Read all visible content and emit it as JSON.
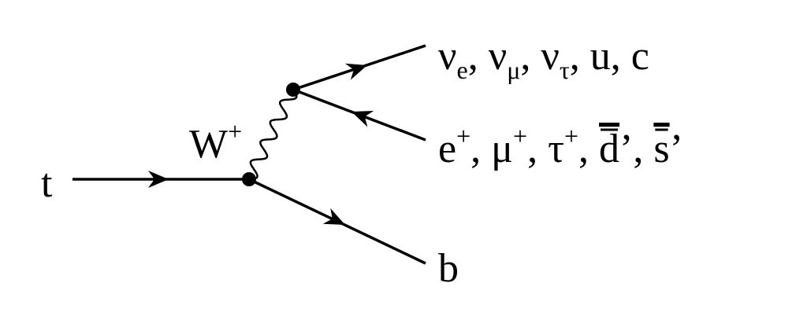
{
  "diagram": {
    "type": "feynman",
    "title": "Top quark decay",
    "incoming": {
      "label": "t"
    },
    "boson": {
      "label": "W",
      "charge": "+"
    },
    "outgoing_b": {
      "label": "b"
    },
    "fermions_up": {
      "items": [
        {
          "base": "ν",
          "sub": "e",
          "sep": ", "
        },
        {
          "base": "ν",
          "sub": "μ",
          "sep": ", "
        },
        {
          "base": "ν",
          "sub": "τ",
          "sep": ", "
        },
        {
          "base": "u",
          "sep": ", "
        },
        {
          "base": "c"
        }
      ]
    },
    "fermions_down": {
      "items": [
        {
          "base": "e",
          "sup": "+",
          "sep": ", "
        },
        {
          "base": "μ",
          "sup": "+",
          "sep": ", "
        },
        {
          "base": "τ",
          "sup": "+",
          "sep": ", "
        },
        {
          "base": "d",
          "prime": "’",
          "sep": ", "
        },
        {
          "base": "s",
          "prime": "’"
        }
      ]
    },
    "colors": {
      "ink": "#000000",
      "background": "#ffffff"
    }
  }
}
